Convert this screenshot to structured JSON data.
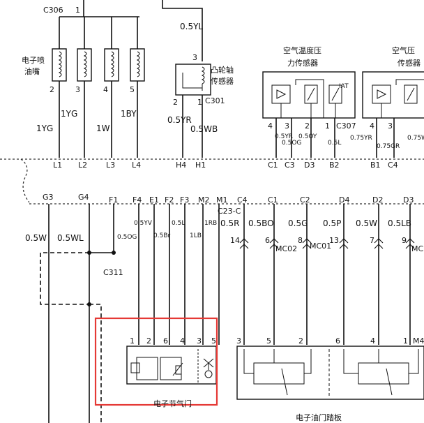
{
  "top_labels": {
    "c306": "C306",
    "c306_pin": "1",
    "wire_0_5yl": "0.5YL",
    "c301": "C301",
    "c307": "C307",
    "c311": "C311",
    "c23": "C23-C",
    "mc02": "MC02",
    "mc01": "MC01",
    "mc_right": "MC"
  },
  "components": {
    "injector": "电子喷\n油嘴",
    "cam_sensor": "凸轮轴\n传感器",
    "map_sensor": "空气温度压\n力传感器",
    "map_sensor2": "空气压\n传感器",
    "throttle": "电子节气门",
    "pedal": "电子油门踏板",
    "iat": "IAT"
  },
  "injector_pins": [
    "2",
    "3",
    "4",
    "5"
  ],
  "injector_wires": [
    "1YG",
    "1YG",
    "1W",
    "1BY"
  ],
  "cam_pins": [
    "3",
    "2",
    "1"
  ],
  "cam_wires": [
    "0.5YR",
    "0.5WB"
  ],
  "map_pins": [
    "4",
    "3",
    "2",
    "1"
  ],
  "map_wires": [
    "0.5YR",
    "0.5OG",
    "0.5OY",
    "0.5L"
  ],
  "map2_pins": [
    "4",
    "3"
  ],
  "map2_wires": [
    "0.75YR",
    "0.75GR",
    "0.75W"
  ],
  "upper_terms": [
    "L1",
    "L2",
    "L3",
    "L4",
    "H4",
    "H1",
    "C1",
    "C3",
    "D3",
    "B2",
    "B1",
    "C4"
  ],
  "lower_terms": [
    "G3",
    "G4",
    "F1",
    "F4",
    "E1",
    "F2",
    "F3",
    "M2",
    "M1",
    "C4",
    "C1",
    "C2",
    "D4",
    "D2",
    "D3"
  ],
  "lower_wires": {
    "g3": "0.5W",
    "g4": "0.5WL",
    "f1": "0.5OG",
    "f4": "0.5YV",
    "e1": "0.5Br",
    "f2": "0.5L",
    "f3": "1LB",
    "m2": "1RB",
    "m1": "0.5R",
    "c4": "0.5BO",
    "c1": "0.5G",
    "c2": "0.5P",
    "d4": "0.5W",
    "d2": "0.5LB"
  },
  "mc_pins": [
    "14",
    "6",
    "8",
    "13",
    "7",
    "9"
  ],
  "throttle_pins": [
    "1",
    "2",
    "6",
    "4",
    "3",
    "5"
  ],
  "pedal_pins": [
    "3",
    "5",
    "2",
    "6",
    "4",
    "1",
    "M4"
  ]
}
